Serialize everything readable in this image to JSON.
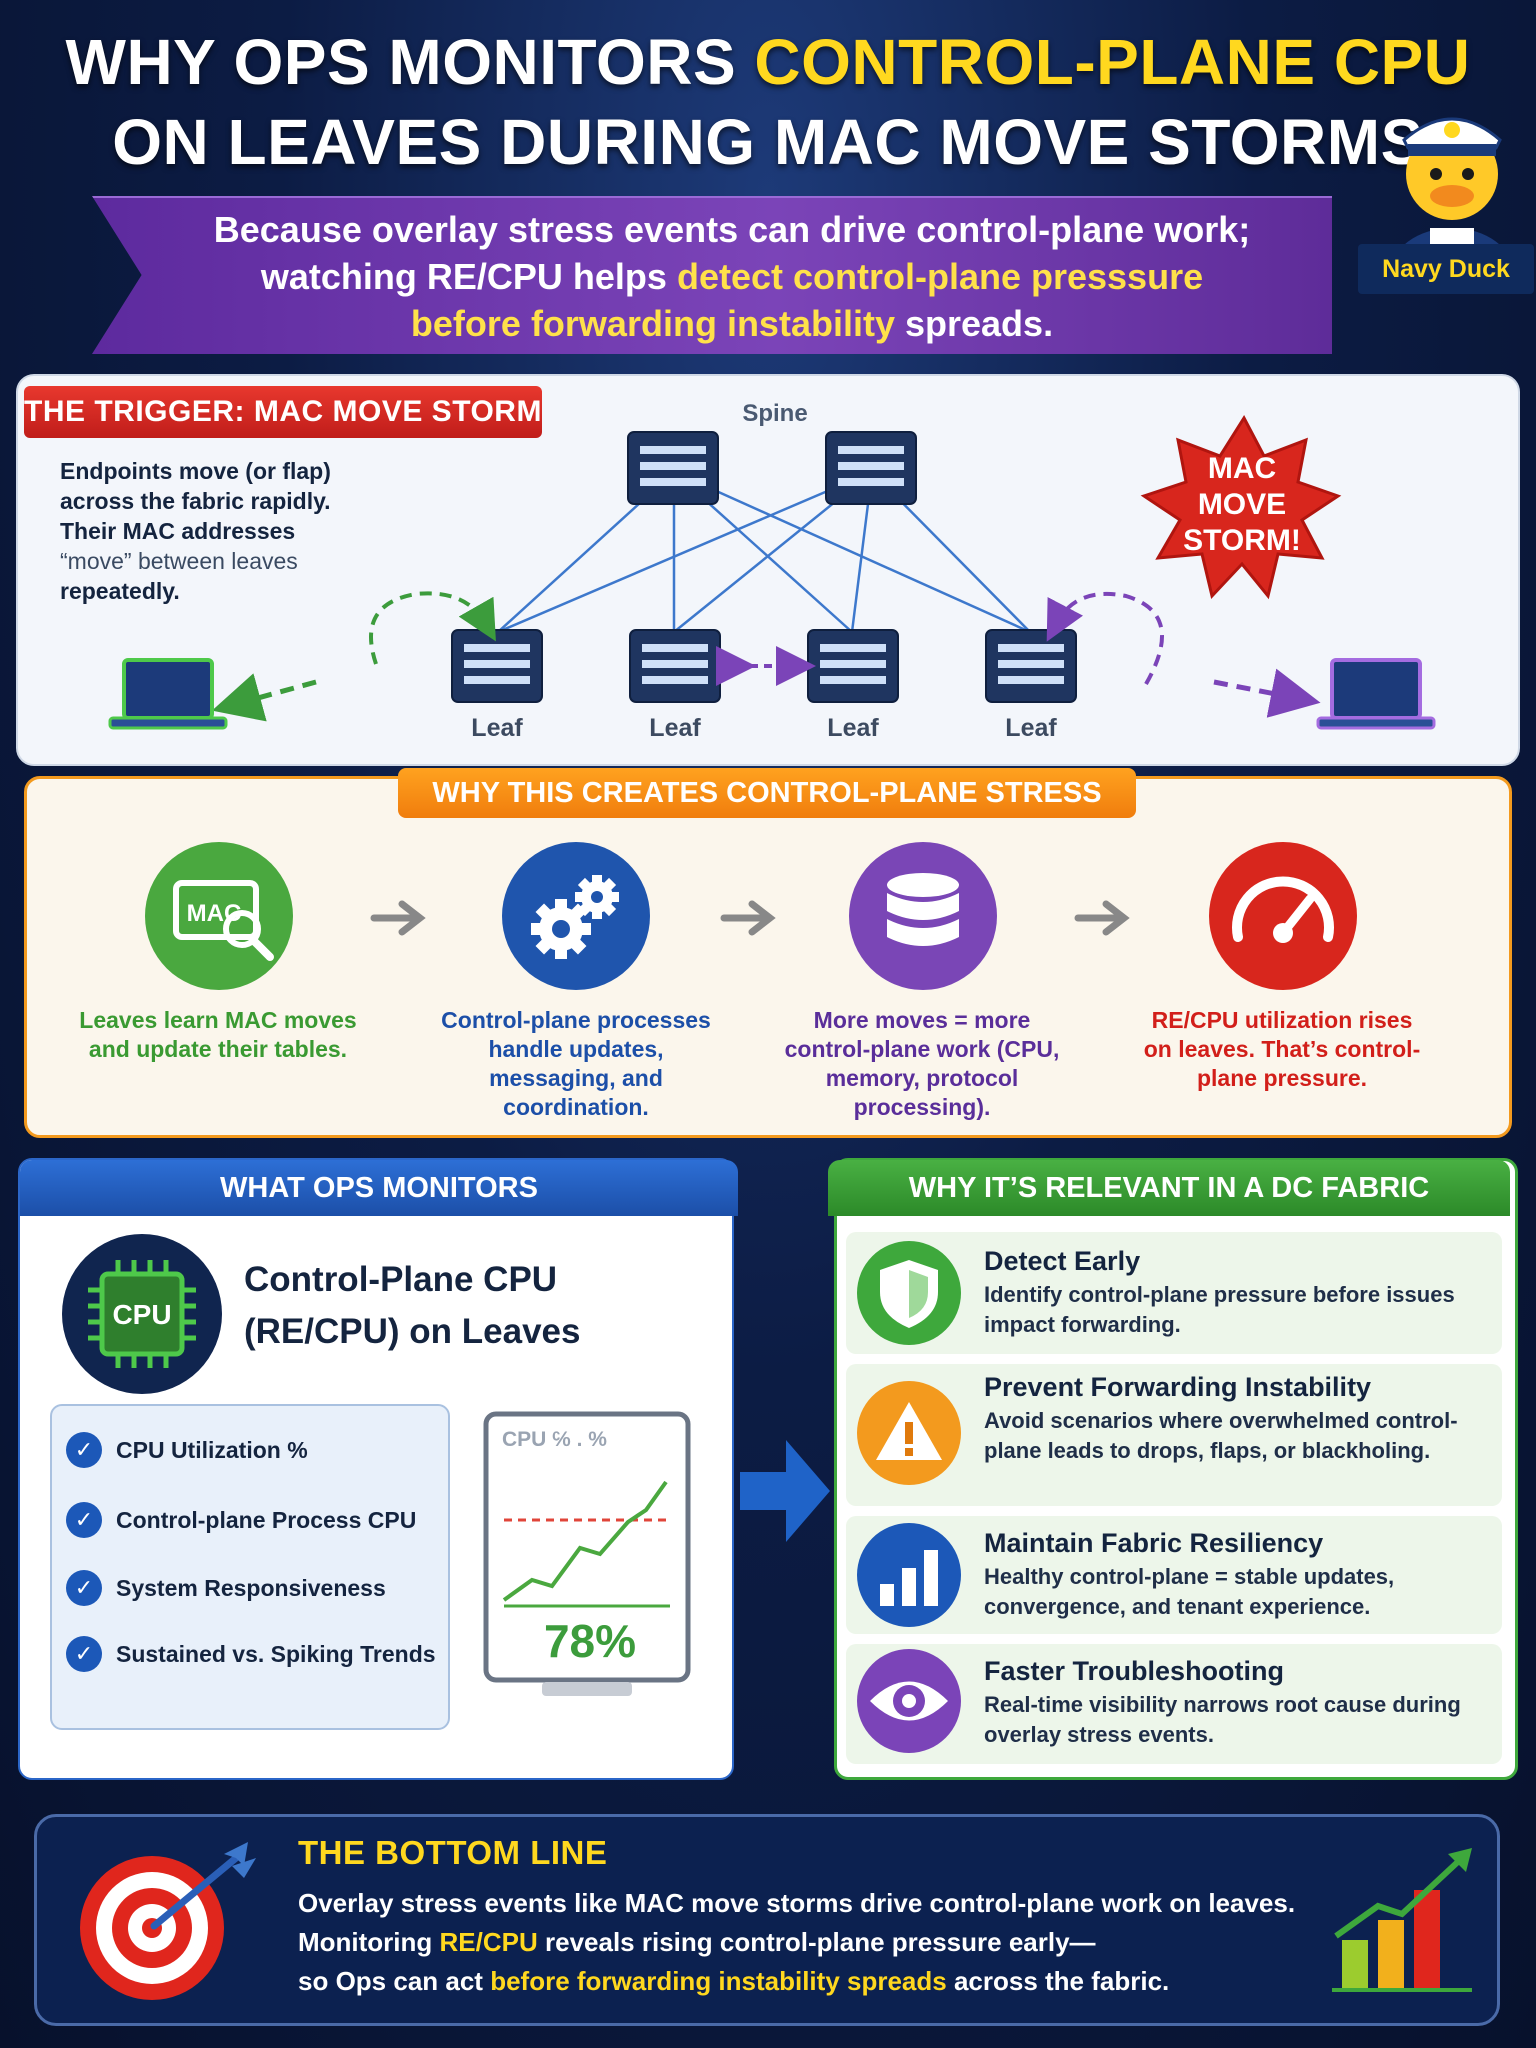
{
  "header": {
    "title_line1_a": "WHY OPS MONITORS ",
    "title_line1_b": "CONTROL-PLANE CPU",
    "title_line2": "ON LEAVES DURING MAC MOVE STORMS",
    "banner_a": "Because overlay stress events can drive control-plane work;",
    "banner_b": "watching RE/CPU helps ",
    "banner_c": "detect control-plane presssure",
    "banner_d": "before forwarding instability",
    "banner_e": " spreads.",
    "mascot_label": "Navy Duck"
  },
  "trigger": {
    "tag": "THE TRIGGER: MAC MOVE STORM",
    "text_a": "Endpoints move (or flap) across the fabric rapidly. Their MAC addresses ",
    "text_b": "“move” between leaves",
    "text_c": " repeatedly.",
    "spine_label": "Spine",
    "leaf_labels": [
      "Leaf",
      "Leaf",
      "Leaf",
      "Leaf"
    ],
    "burst_line1": "MAC",
    "burst_line2": "MOVE",
    "burst_line3": "STORM!"
  },
  "stress": {
    "tag": "WHY THIS CREATES CONTROL-PLANE STRESS",
    "mac_icon_text": "MAC",
    "steps": [
      {
        "text": "Leaves learn MAC moves and update their tables.",
        "color": "#3a9a32"
      },
      {
        "text": "Control-plane processes handle updates, messaging, and coordination.",
        "color": "#1c4fa8"
      },
      {
        "text": "More moves = more control-plane work (CPU, memory, protocol processing).",
        "color": "#5a2e9a"
      },
      {
        "text": "RE/CPU utilization rises on leaves. That’s control-plane pressure.",
        "color": "#d21f1a"
      }
    ]
  },
  "monitors": {
    "tag": "WHAT OPS MONITORS",
    "cpu_icon_text": "CPU",
    "title": "Control-Plane CPU (RE/CPU) on Leaves",
    "checks": [
      "CPU Utilization %",
      "Control-plane Process CPU",
      "System Responsiveness",
      "Sustained vs. Spiking Trends"
    ],
    "check_glyph": "✓",
    "monitor_label": "CPU ℅ . %",
    "monitor_value": "78%"
  },
  "relevance": {
    "tag": "WHY IT’S RELEVANT IN A DC FABRIC",
    "items": [
      {
        "title": "Detect Early",
        "desc": "Identify control-plane pressure before issues impact forwarding.",
        "icon": "shield-icon",
        "color": "#3ea83c"
      },
      {
        "title": "Prevent Forwarding Instability",
        "desc": "Avoid scenarios where overwhelmed control-plane leads to drops, flaps, or blackholing.",
        "icon": "warning-icon",
        "color": "#f39a1e"
      },
      {
        "title": "Maintain Fabric Resiliency",
        "desc": "Healthy control-plane = stable updates, convergence, and tenant experience.",
        "icon": "bar-chart-icon",
        "color": "#1c58b8"
      },
      {
        "title": "Faster Troubleshooting",
        "desc": "Real-time visibility narrows root cause during overlay stress events.",
        "icon": "eye-icon",
        "color": "#7b44b8"
      }
    ]
  },
  "bottom": {
    "title": "THE BOTTOM LINE",
    "line1": "Overlay stress events like MAC move storms drive control-plane work on leaves.",
    "line2_a": "Monitoring ",
    "line2_b": "RE/CPU",
    "line2_c": " reveals rising control-plane pressure early—",
    "line3_a": "so Ops can act ",
    "line3_b": "before forwarding instability spreads",
    "line3_c": " across the fabric."
  },
  "colors": {
    "accent_yellow": "#ffd81f",
    "red": "#d21f1a",
    "orange": "#f39a1e",
    "blue": "#1c58b8",
    "green": "#3ea83c",
    "purple": "#7b44b8"
  }
}
